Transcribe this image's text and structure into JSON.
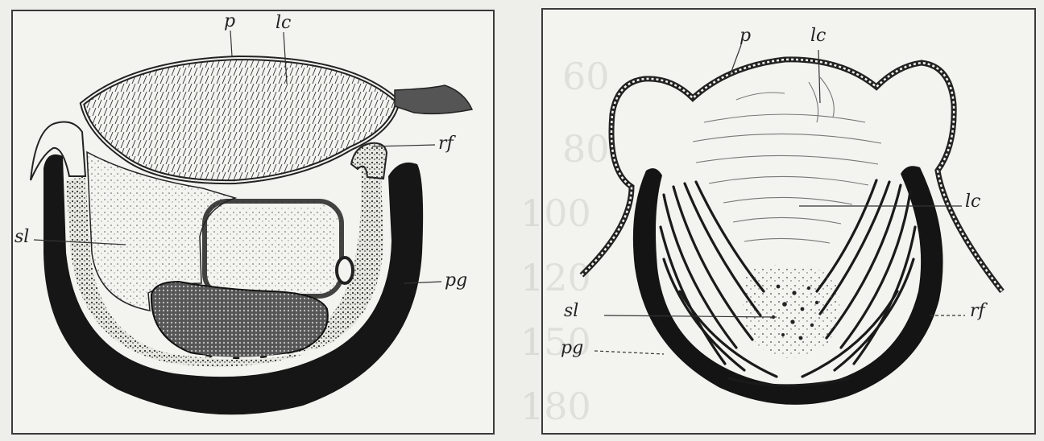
{
  "figures": {
    "left": {
      "labels": {
        "p": "p",
        "lc": "lc",
        "rf": "rf",
        "sl": "sl",
        "pg": "pg"
      }
    },
    "right": {
      "labels": {
        "p": "p",
        "lc_top": "lc",
        "lc_side": "lc",
        "sl": "sl",
        "rf": "rf",
        "pg": "pg"
      },
      "background_numbers": [
        "60",
        "80",
        "100",
        "120",
        "150",
        "180"
      ]
    }
  },
  "colors": {
    "ink": "#1a1a1a",
    "paper": "#f3f3ef",
    "border": "#3a3a3a"
  }
}
